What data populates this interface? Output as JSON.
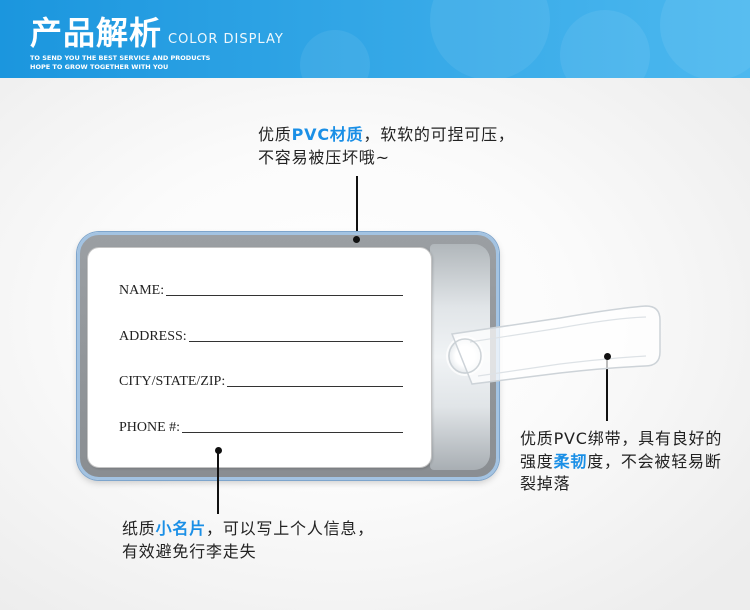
{
  "header": {
    "title": "产品解析",
    "subtitle": "COLOR DISPLAY",
    "tagline_1": "TO SEND YOU THE BEST SERVICE AND PRODUCTS",
    "tagline_2": "HOPE TO GROW TOGETHER WITH YOU"
  },
  "colors": {
    "banner_start": "#1b96de",
    "banner_end": "#4cb8ef",
    "highlight": "#1a8fe6",
    "callout_text": "#222222",
    "leader_line": "#111111"
  },
  "callouts": {
    "material": {
      "line_1": {
        "pre": "优质",
        "highlight": "PVC材质",
        "post": "，软软的可捏可压，"
      },
      "line_2": "不容易被压坏哦~"
    },
    "strap": {
      "line_1": "优质PVC绑带，具有良好的",
      "line_2": {
        "pre": "强度",
        "highlight": "柔韧",
        "post": "度，不会被轻易断"
      },
      "line_3": "裂掉落"
    },
    "name_card": {
      "line_1": {
        "pre": "纸质",
        "highlight": "小名片",
        "post": "，可以写上个人信息，"
      },
      "line_2": "有效避免行李走失"
    }
  },
  "luggage_tag": {
    "card_fields": [
      {
        "label": "NAME:"
      },
      {
        "label": "ADDRESS:"
      },
      {
        "label": "CITY/STATE/ZIP:"
      },
      {
        "label": "PHONE #:"
      }
    ]
  }
}
